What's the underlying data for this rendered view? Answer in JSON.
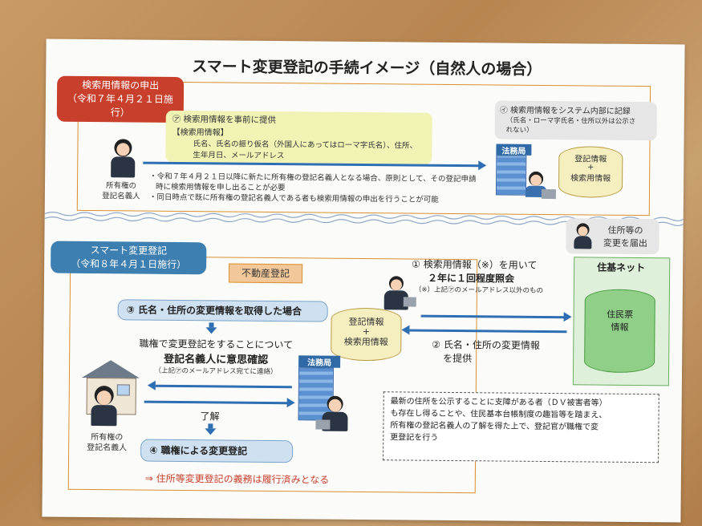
{
  "title": "スマート変更登記の手続イメージ（自然人の場合）",
  "section1": {
    "tab_line1": "検索用情報の申出",
    "tab_line2": "（令和７年４月２１日施行）",
    "bubble_a_title": "㋐ 検索用情報を事前に提供",
    "bubble_a_sub": "【検索用情報】",
    "bubble_a_line1": "氏名、氏名の振り仮名（外国人にあってはローマ字氏名）、住所、",
    "bubble_a_line2": "生年月日、メールアドレス",
    "person_line1": "所有権の",
    "person_line2": "登記名義人",
    "note1": "・令和７年４月２１日以降に新たに所有権の登記名義人となる場合、原則として、その登記申請",
    "note2": "時に検索用情報を申し出ることが必要",
    "note3": "・同日時点で既に所有権の登記名義人である者も検索用情報の申出を行うことが可能",
    "bubble_i_title": "㋑ 検索用情報をシステム内部に記録",
    "bubble_i_line1": "（氏名・ローマ字氏名・住所以外は公示さ",
    "bubble_i_line2": "れない）",
    "bureau": "法務局",
    "db_line1": "登記情報",
    "db_plus": "+",
    "db_line2": "検索用情報"
  },
  "section2": {
    "tab_line1": "スマート変更登記",
    "tab_line2": "（令和８年４月１日施行）",
    "realestate_label": "不動産登記",
    "notify_line1": "住所等の",
    "notify_line2": "変更を届出",
    "juki_net": "住基ネット",
    "juminhyo_line1": "住民票",
    "juminhyo_line2": "情報",
    "step1_line1": "① 検索用情報（※）を用いて",
    "step1_line2": "２年に１回程度照会",
    "step1_note": "（※）上記㋐のメールアドレス以外のもの",
    "step2_line1": "② 氏名・住所の変更情報",
    "step2_line2": "を提供",
    "step3": "③ 氏名・住所の変更情報を取得した場合",
    "confirm_line1": "職権で変更登記をすることについて",
    "confirm_line2": "登記名義人に意思確認",
    "confirm_note": "（上記㋐のメールアドレス宛てに連絡）",
    "consent": "了解",
    "step4": "④ 職権による変更登記",
    "person_line1": "所有権の",
    "person_line2": "登記名義人",
    "bureau": "法務局",
    "db_line1": "登記情報",
    "db_plus": "+",
    "db_line2": "検索用情報",
    "dash_line1": "最新の住所を公示することに支障がある者（ＤＶ被害者等）",
    "dash_line2": "も存在し得ることや、住民基本台帳制度の趣旨等を踏まえ、",
    "dash_line3": "所有権の登記名義人の了解を得た上で、登記官が職権で変",
    "dash_line4": "更登記を行う",
    "result": "⇒ 住所等変更登記の義務は履行済みとなる"
  },
  "colors": {
    "orange": "#d9902e",
    "red": "#c8402c",
    "blue": "#3c7fb0",
    "arrow": "#2d6fb2"
  }
}
